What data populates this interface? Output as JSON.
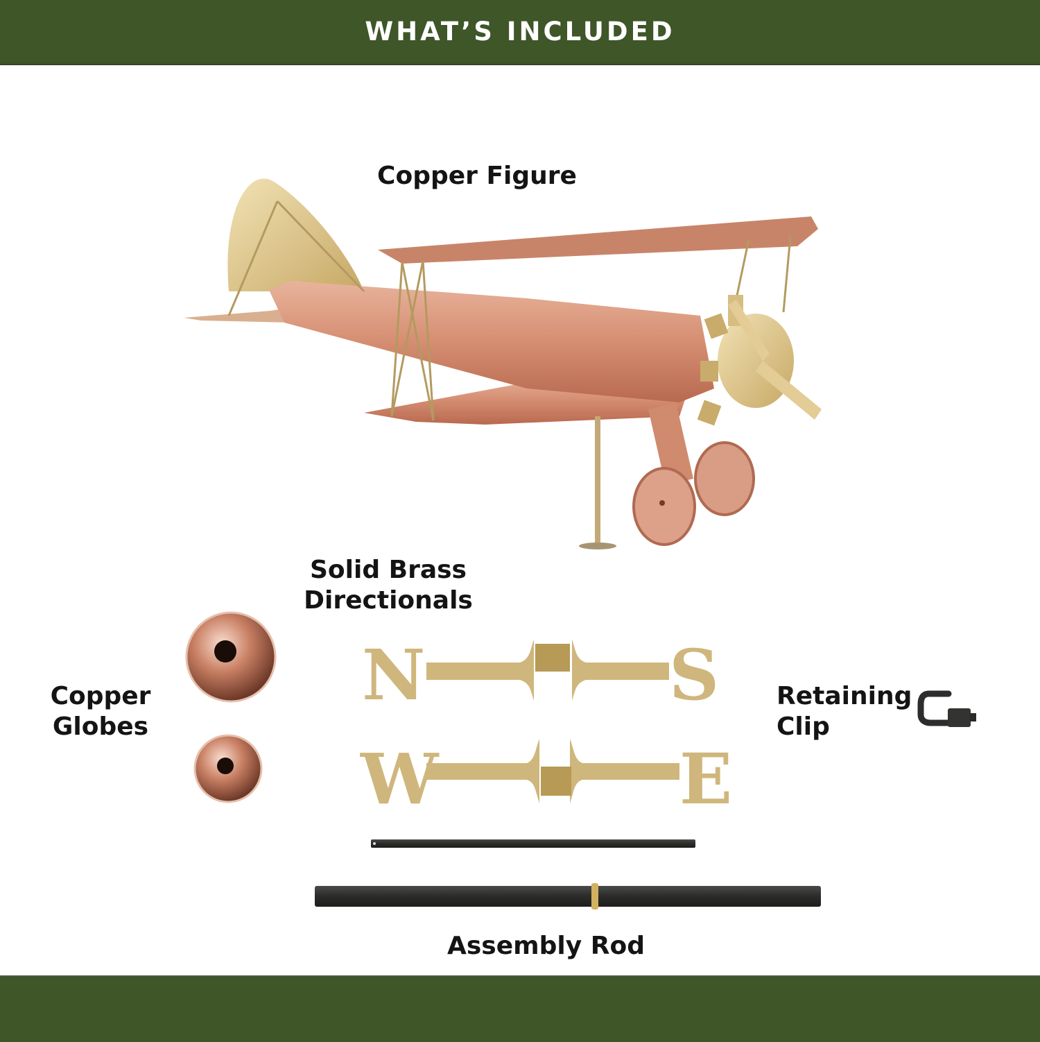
{
  "header": {
    "title": "WHAT’S INCLUDED"
  },
  "items": [
    {
      "id": "copper-figure",
      "label_lines": [
        "Copper Figure"
      ],
      "depicts": "copper biplane weathervane figure"
    },
    {
      "id": "directionals",
      "label_lines": [
        "Solid Brass",
        "Directionals"
      ],
      "letters": [
        "N",
        "S",
        "W",
        "E"
      ]
    },
    {
      "id": "copper-globes",
      "label_lines": [
        "Copper",
        "Globes"
      ],
      "count": 2
    },
    {
      "id": "retaining-clip",
      "label_lines": [
        "Retaining",
        "Clip"
      ]
    },
    {
      "id": "assembly-rod",
      "label_lines": [
        "Assembly Rod"
      ],
      "count": 2
    }
  ],
  "colors": {
    "band": "#3e5628",
    "band_text": "#ffffff",
    "label_text": "#141414",
    "copper": "#d9977c",
    "brass": "#c9b27a",
    "rod": "#2e2f2d"
  }
}
